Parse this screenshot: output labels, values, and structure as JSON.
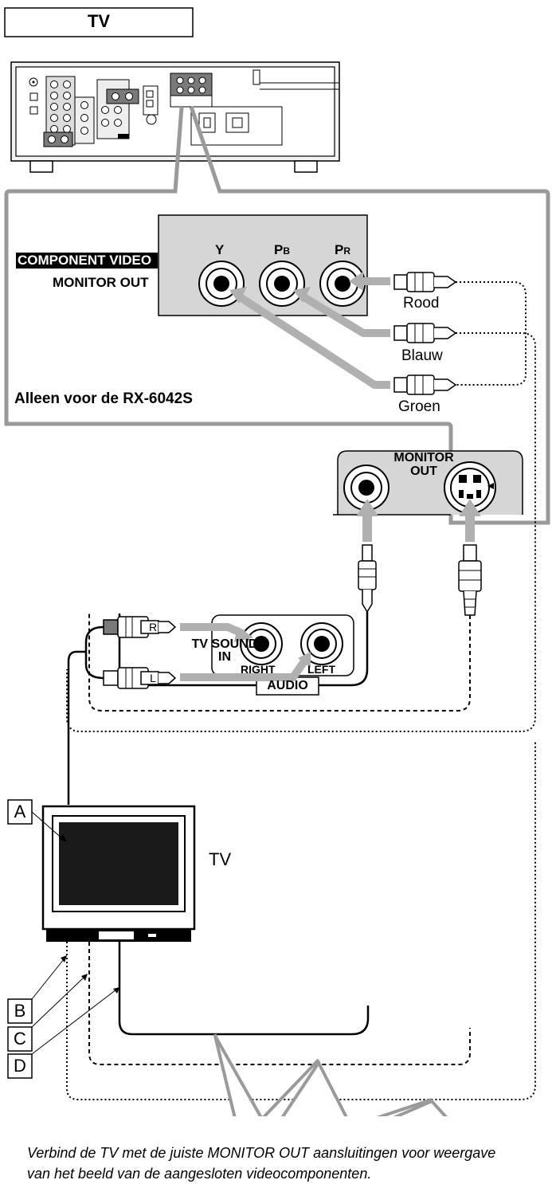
{
  "header": {
    "title": "TV"
  },
  "component": {
    "title": "COMPONENT VIDEO",
    "subtitle": "MONITOR OUT",
    "jacks": {
      "y": "Y",
      "pb_main": "P",
      "pb_sub": "B",
      "pr_main": "P",
      "pr_sub": "R"
    },
    "cables": {
      "red": "Rood",
      "blue": "Blauw",
      "green": "Groen"
    },
    "note": "Alleen voor de RX-6042S"
  },
  "monitor_out": {
    "label_line1": "MONITOR",
    "label_line2": "OUT"
  },
  "audio": {
    "tv_sound_line1": "TV SOUND",
    "tv_sound_line2": "IN",
    "right": "RIGHT",
    "left": "LEFT",
    "section": "AUDIO",
    "plug_r": "R",
    "plug_l": "L"
  },
  "tv_label": "TV",
  "letters": {
    "a": "A",
    "b": "B",
    "c": "C",
    "d": "D"
  },
  "callout": {
    "text": "Verbind de TV met de juiste MONITOR OUT aansluitingen voor weergave van het beeld van de aangesloten videocomponenten."
  }
}
